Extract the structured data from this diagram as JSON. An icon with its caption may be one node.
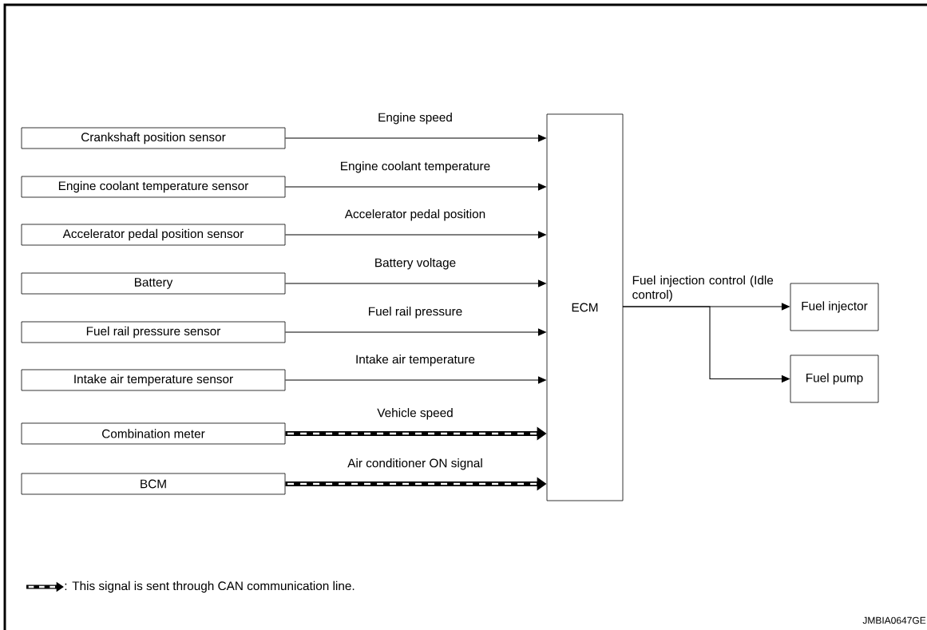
{
  "diagram": {
    "nodes": [
      {
        "text": [
          "Crankshaft position sensor"
        ]
      },
      {
        "text": [
          "Engine coolant temperature sensor"
        ]
      },
      {
        "text": [
          "Accelerator pedal position sensor"
        ]
      },
      {
        "text": [
          "Battery"
        ]
      },
      {
        "text": [
          "Fuel rail pressure sensor"
        ]
      },
      {
        "text": [
          "Intake air temperature sensor"
        ]
      },
      {
        "text": [
          "Combination meter"
        ]
      },
      {
        "text": [
          "BCM"
        ]
      },
      {
        "text": [
          "ECM"
        ]
      },
      {
        "text": [
          "Fuel injector"
        ]
      },
      {
        "text": [
          "Fuel pump"
        ]
      }
    ],
    "edges": [
      {
        "from": 0,
        "to": 8,
        "arrow": "to",
        "label": "Engine speed"
      },
      {
        "from": 1,
        "to": 8,
        "arrow": "to",
        "label": "Engine coolant temperature"
      },
      {
        "from": 2,
        "to": 8,
        "arrow": "to",
        "label": "Accelerator pedal position"
      },
      {
        "from": 3,
        "to": 8,
        "arrow": "to",
        "label": "Battery voltage"
      },
      {
        "from": 4,
        "to": 8,
        "arrow": "to",
        "label": "Fuel rail pressure"
      },
      {
        "from": 5,
        "to": 8,
        "arrow": "to",
        "label": "Intake air temperature"
      },
      {
        "from": 6,
        "to": 8,
        "arrow": "to",
        "label": "Vehicle speed",
        "style": "thick"
      },
      {
        "from": 7,
        "to": 8,
        "arrow": "to",
        "label": "Air conditioner ON signal",
        "style": "thick"
      },
      {
        "from": 8,
        "to": 9,
        "arrow": "to",
        "label": "Fuel injection control (Idle control)"
      },
      {
        "from": 8,
        "to": 10,
        "arrow": "to"
      }
    ],
    "labels": [
      "JMBIA0647GE"
    ],
    "legend": [
      {
        "text": ": This signal is sent through CAN communication line."
      }
    ]
  }
}
